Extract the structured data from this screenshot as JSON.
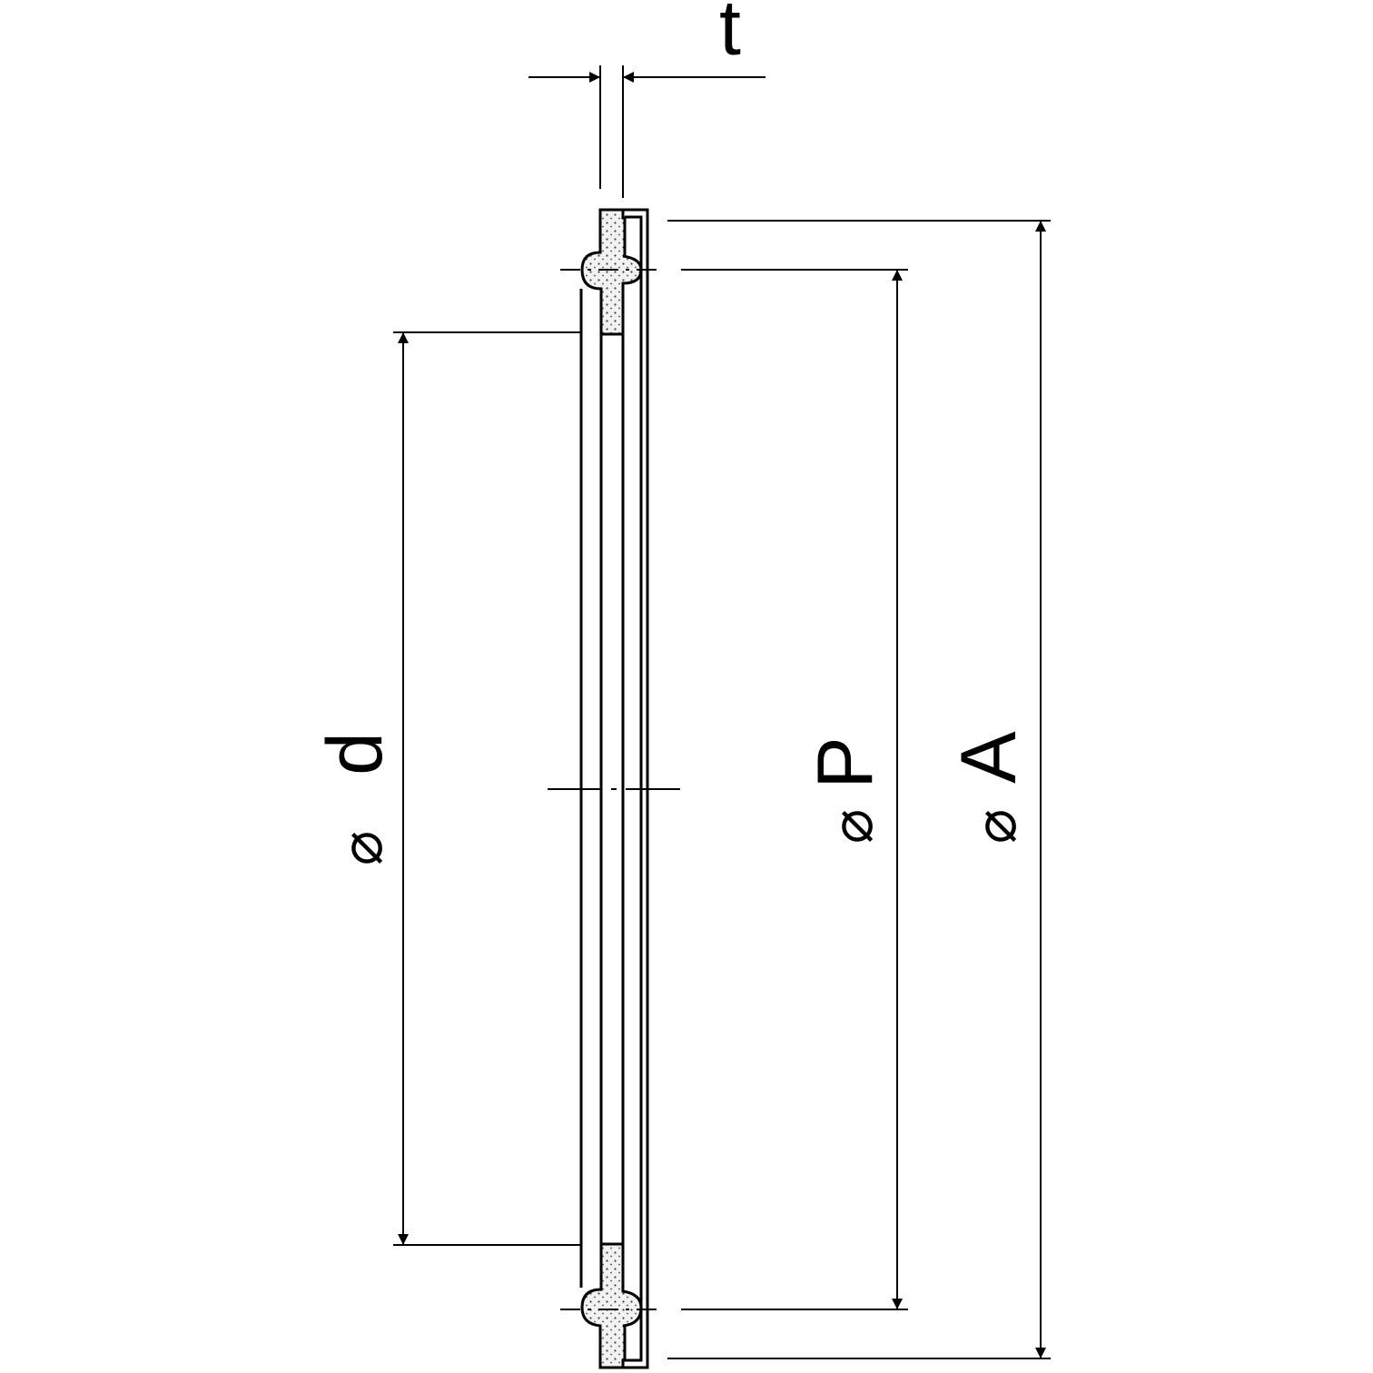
{
  "colors": {
    "line": "#000000",
    "background": "#ffffff",
    "hatch_fill": "#f2f2f2",
    "hatch_dot": "#444444"
  },
  "labels": {
    "thickness": "t",
    "inner_diameter_symbol": "⌀",
    "inner_diameter": "d",
    "pitch_diameter_symbol": "⌀",
    "pitch_diameter": "P",
    "outer_diameter_symbol": "⌀",
    "outer_diameter": "A"
  },
  "icons": {
    "arrowheads": "arrowhead",
    "seal_section": "dotted-hatch"
  }
}
